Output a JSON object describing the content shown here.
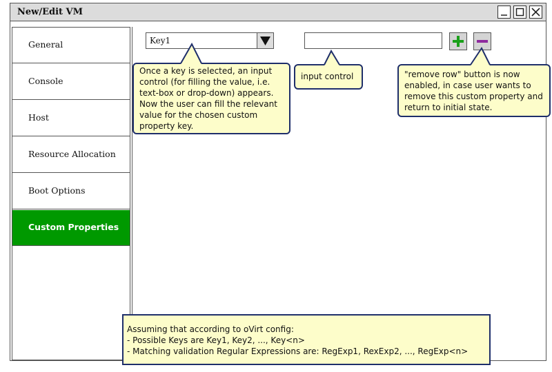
{
  "window": {
    "title": "New/Edit VM",
    "buttons": [
      "minimize-icon",
      "maximize-icon",
      "close-icon"
    ]
  },
  "sidebar": {
    "items": [
      {
        "label": "General",
        "active": false
      },
      {
        "label": "Console",
        "active": false
      },
      {
        "label": "Host",
        "active": false
      },
      {
        "label": "Resource Allocation",
        "active": false
      },
      {
        "label": "Boot Options",
        "active": false
      },
      {
        "label": "Custom Properties",
        "active": true
      }
    ]
  },
  "custom_properties": {
    "key_select_value": "Key1",
    "value_input": "",
    "add_icon": "plus-icon",
    "remove_icon": "minus-icon"
  },
  "notes": {
    "key_note": "Once a key is selected, an input control (for filling the value, i.e. text-box or drop-down) appears. Now the user can fill the relevant value for the chosen custom property key.",
    "input_note": "input control",
    "remove_note": "\"remove row\" button is now enabled, in case user wants to remove this custom property and return to initial state."
  },
  "info": {
    "line1": "Assuming that according to oVirt config:",
    "line2": "- Possible Keys are Key1, Key2, ..., Key<n>",
    "line3": "- Matching validation Regular Expressions are: RegExp1, RexExp2, ..., RegExp<n>"
  },
  "colors": {
    "active_tab": "#009900",
    "note_bg": "#fdfdca",
    "note_border": "#1e2e6a",
    "add_icon": "#1aa01a",
    "remove_icon": "#8e2a9e"
  }
}
